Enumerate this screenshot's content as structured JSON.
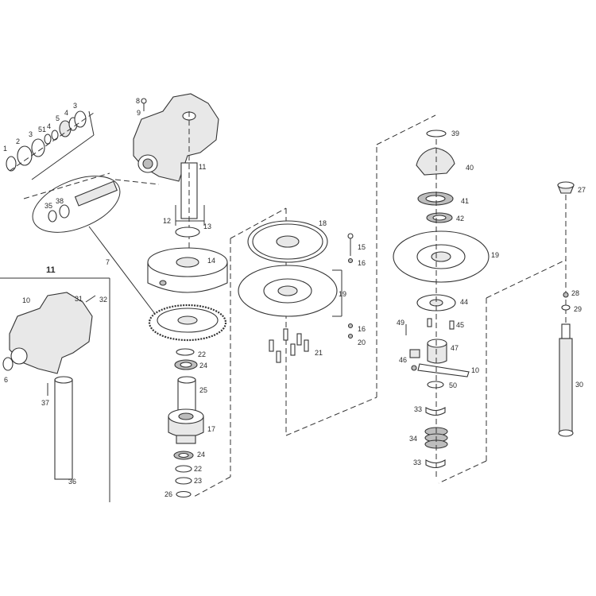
{
  "labels": {
    "p1": "1",
    "p2": "2",
    "p3a": "3",
    "p51": "51",
    "p4a": "4",
    "p5": "5",
    "p4b": "4",
    "p3b": "3",
    "p8": "8",
    "p9": "9",
    "p11a": "11",
    "p35": "35",
    "p38": "38",
    "p12": "12",
    "p13": "13",
    "p7": "7",
    "p14": "14",
    "p22a": "22",
    "p24a": "24",
    "p25": "25",
    "p17": "17",
    "p24b": "24",
    "p22b": "22",
    "p23": "23",
    "p26": "26",
    "inset_title": "11",
    "p10a": "10",
    "p31": "31",
    "p32": "32",
    "p6": "6",
    "p37": "37",
    "p36": "36",
    "p18": "18",
    "p15": "15",
    "p16a": "16",
    "p19a": "19",
    "p16b": "16",
    "p20": "20",
    "p21": "21",
    "p39": "39",
    "p40": "40",
    "p41": "41",
    "p42": "42",
    "p19b": "19",
    "p44": "44",
    "p49": "49",
    "p45": "45",
    "p47": "47",
    "p46": "46",
    "p10b": "10",
    "p50": "50",
    "p33a": "33",
    "p34": "34",
    "p33b": "33",
    "p27": "27",
    "p28": "28",
    "p29": "29",
    "p30": "30"
  }
}
